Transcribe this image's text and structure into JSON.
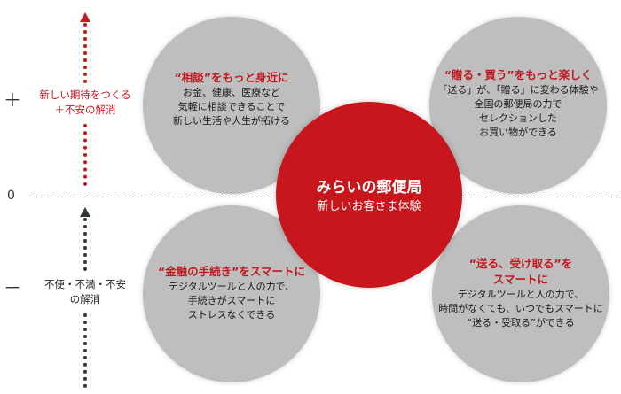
{
  "axis": {
    "plus": "＋",
    "zero": "0",
    "minus": "－",
    "upper_label": [
      "新しい期待をつくる",
      "＋不安の解消"
    ],
    "lower_label": [
      "不便・不満・不安",
      "の解消"
    ]
  },
  "center": {
    "title": "みらいの郵便局",
    "subtitle": "新しいお客さま体験"
  },
  "circles": {
    "top_left": {
      "title": "“相談”をもっと身近に",
      "lines": [
        "お金、健康、医療など",
        "気軽に相談できることで",
        "新しい生活や人生が拓ける"
      ]
    },
    "top_right": {
      "title": "“贈る・買う”をもっと楽しく",
      "lines": [
        "「送る」が、「贈る」に変わる体験や",
        "全国の郵便局の力で",
        "セレクションした",
        "お買い物ができる"
      ]
    },
    "bottom_left": {
      "title": "“金融の手続き”をスマートに",
      "lines": [
        "デジタルツールと人の力で、",
        "手続きがスマートに",
        "ストレスなくできる"
      ]
    },
    "bottom_right": {
      "title_lines": [
        "“送る、受け取る”を",
        "スマートに"
      ],
      "lines": [
        "デジタルツールと人の力で、",
        "時間がなくても、いつでもスマートに",
        "“送る・受取る”ができる"
      ]
    }
  },
  "colors": {
    "accent_red": "#c4161c",
    "circle_gray": "#bebebe",
    "arrow_dark": "#2e3a2e"
  }
}
